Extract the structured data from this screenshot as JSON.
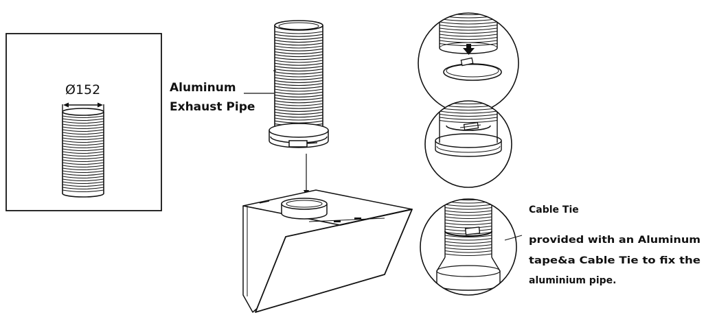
{
  "diameter_label": "Ø152",
  "pipe_label": {
    "line1": "Aluminum",
    "line2": "Exhaust  Pipe"
  },
  "cable_tie_label": "Cable  Tie",
  "note": {
    "line1": "provided  with  an  Aluminum",
    "line2": "tape&a  Cable  Tie  to  fix  the",
    "line3": "aluminium  pipe."
  }
}
